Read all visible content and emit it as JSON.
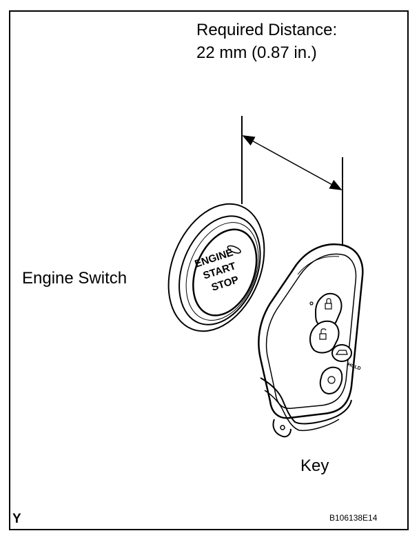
{
  "labels": {
    "required_distance_title": "Required Distance:",
    "required_distance_value": "22 mm (0.87 in.)",
    "engine_switch": "Engine Switch",
    "key": "Key",
    "corner_mark": "Y",
    "figure_code": "B106138E14"
  },
  "switch_face": {
    "line1": "ENGINE",
    "line2": "START",
    "line3": "STOP"
  },
  "key_fob": {
    "hold_label": "HOLD"
  }
}
